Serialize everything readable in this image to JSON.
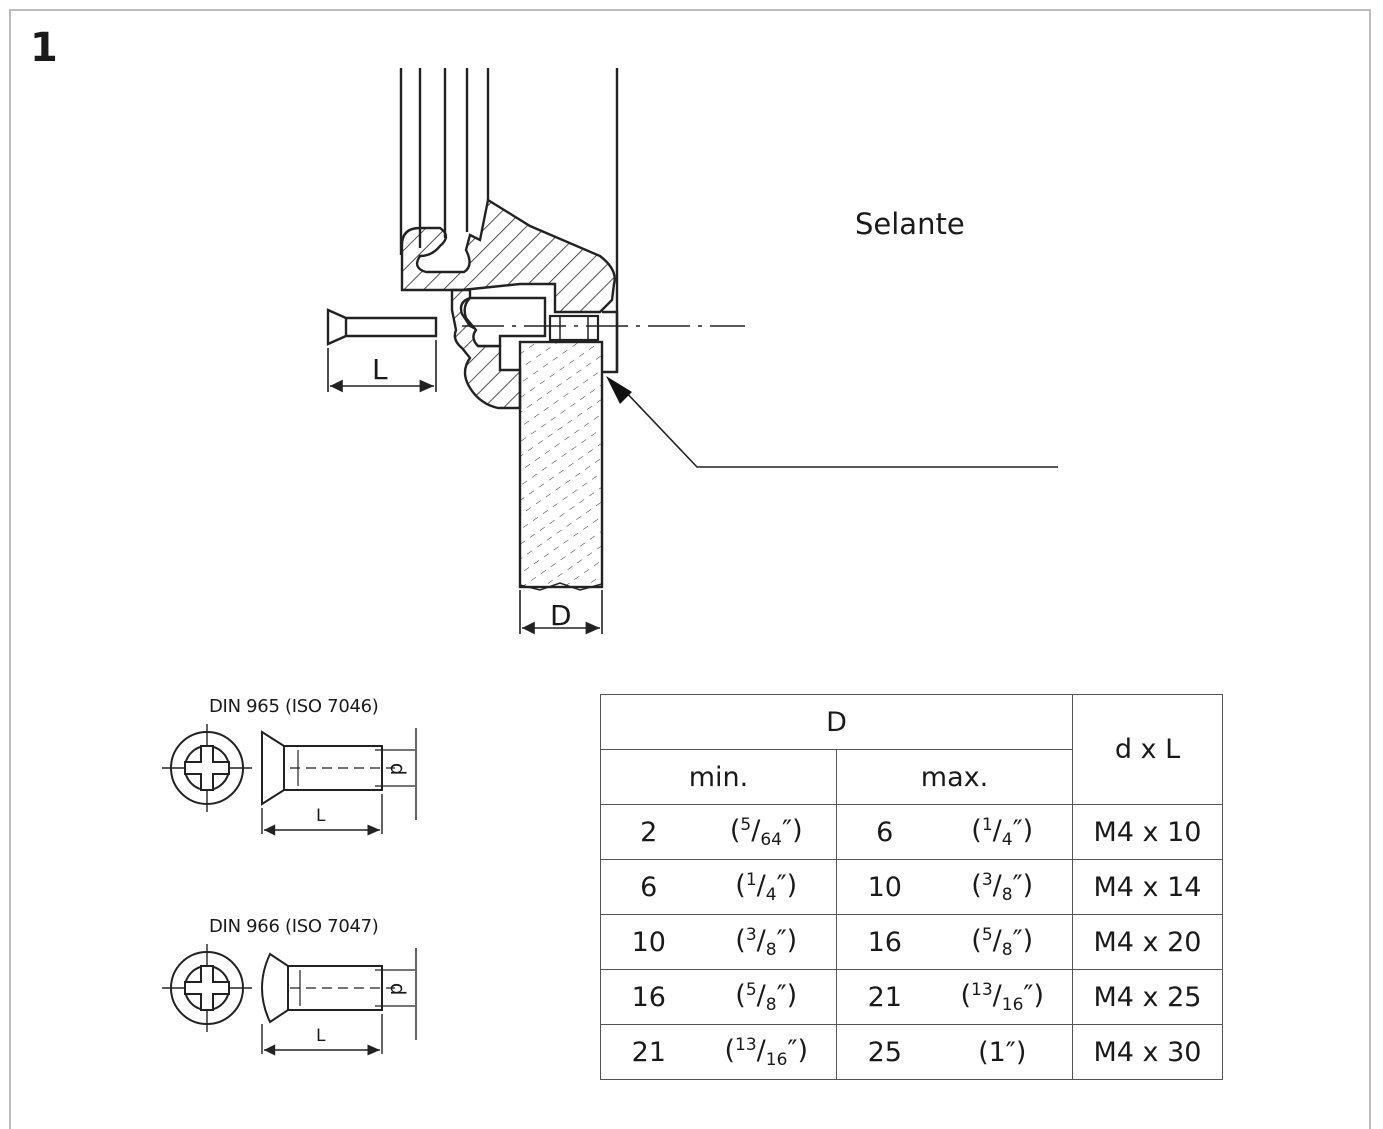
{
  "step": {
    "number": "1"
  },
  "main_drawing": {
    "sealant_label": "Selante",
    "screw_length_label": "L",
    "thickness_label": "D"
  },
  "screws": [
    {
      "standard": "DIN 965 (ISO 7046)",
      "length_label": "L",
      "diameter_label": "d",
      "head": "flat"
    },
    {
      "standard": "DIN 966 (ISO 7047)",
      "length_label": "L",
      "diameter_label": "d",
      "head": "raised"
    }
  ],
  "table": {
    "header_d": "D",
    "header_min": "min.",
    "header_max": "max.",
    "header_dxl": "d x L",
    "rows": [
      {
        "min_mm": "2",
        "min_in": {
          "num": "5",
          "den": "64"
        },
        "max_mm": "6",
        "max_in": {
          "num": "1",
          "den": "4"
        },
        "dxl": "M4 x 10"
      },
      {
        "min_mm": "6",
        "min_in": {
          "num": "1",
          "den": "4"
        },
        "max_mm": "10",
        "max_in": {
          "num": "3",
          "den": "8"
        },
        "dxl": "M4 x 14"
      },
      {
        "min_mm": "10",
        "min_in": {
          "num": "3",
          "den": "8"
        },
        "max_mm": "16",
        "max_in": {
          "num": "5",
          "den": "8"
        },
        "dxl": "M4 x 20"
      },
      {
        "min_mm": "16",
        "min_in": {
          "num": "5",
          "den": "8"
        },
        "max_mm": "21",
        "max_in": {
          "num": "13",
          "den": "16"
        },
        "dxl": "M4 x 25"
      },
      {
        "min_mm": "21",
        "min_in": {
          "num": "13",
          "den": "16"
        },
        "max_mm": "25",
        "max_in": {
          "whole": "1"
        },
        "dxl": "M4 x 30"
      }
    ]
  }
}
